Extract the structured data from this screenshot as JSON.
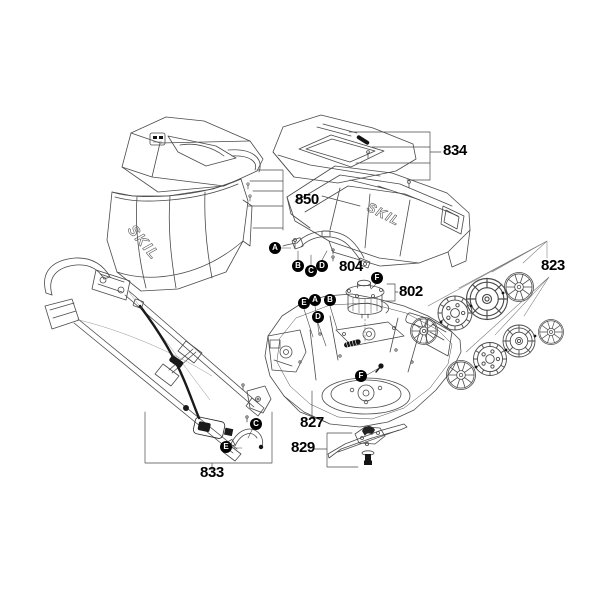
{
  "title": "SKIL lawn mower exploded parts diagram",
  "brand": "SKIL",
  "colors": {
    "background": "#ffffff",
    "line_art": "#4a4a4a",
    "dark_parts": "#141414",
    "label_text": "#000000"
  },
  "part_labels": {
    "834": "834",
    "850": "850",
    "804": "804",
    "802": "802",
    "823": "823",
    "827": "827",
    "829": "829",
    "833": "833"
  },
  "callout_letters": {
    "a": "A",
    "b": "B",
    "c": "C",
    "d": "D",
    "e": "E",
    "f": "F"
  }
}
